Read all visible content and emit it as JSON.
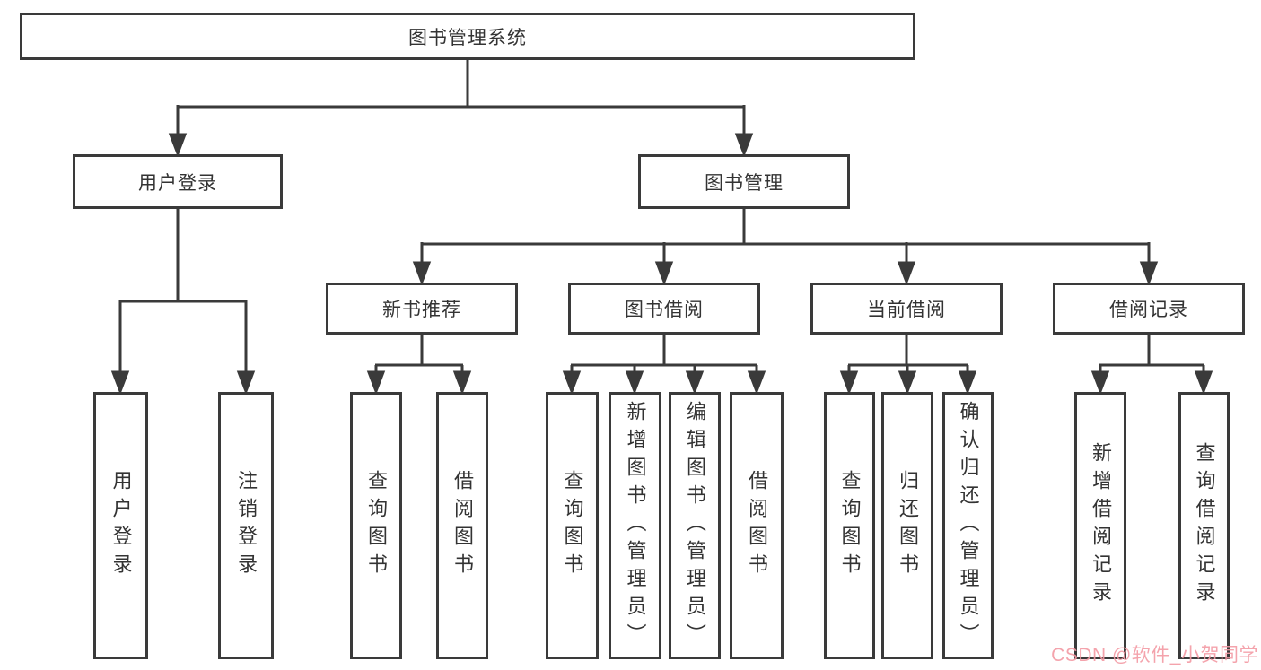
{
  "diagram": {
    "root": {
      "label": "图书管理系统"
    },
    "branches": {
      "user_login": {
        "label": "用户登录",
        "children": [
          "用户登录",
          "注销登录"
        ]
      },
      "book_management": {
        "label": "图书管理",
        "sections": {
          "new_book_recommend": {
            "label": "新书推荐",
            "children": [
              "查询图书",
              "借阅图书"
            ]
          },
          "book_borrow": {
            "label": "图书借阅",
            "children": [
              "查询图书",
              "新增图书（管理员）",
              "编辑图书（管理员）",
              "借阅图书"
            ]
          },
          "current_borrow": {
            "label": "当前借阅",
            "children": [
              "查询图书",
              "归还图书",
              "确认归还（管理员）"
            ]
          },
          "borrow_record": {
            "label": "借阅记录",
            "children": [
              "新增借阅记录",
              "查询借阅记录"
            ]
          }
        }
      }
    }
  },
  "watermark": {
    "text": "CSDN @软件_小贺同学",
    "color": "#f399a3"
  },
  "colors": {
    "line": "#3a3a3a",
    "text": "#333333",
    "background": "#ffffff"
  }
}
